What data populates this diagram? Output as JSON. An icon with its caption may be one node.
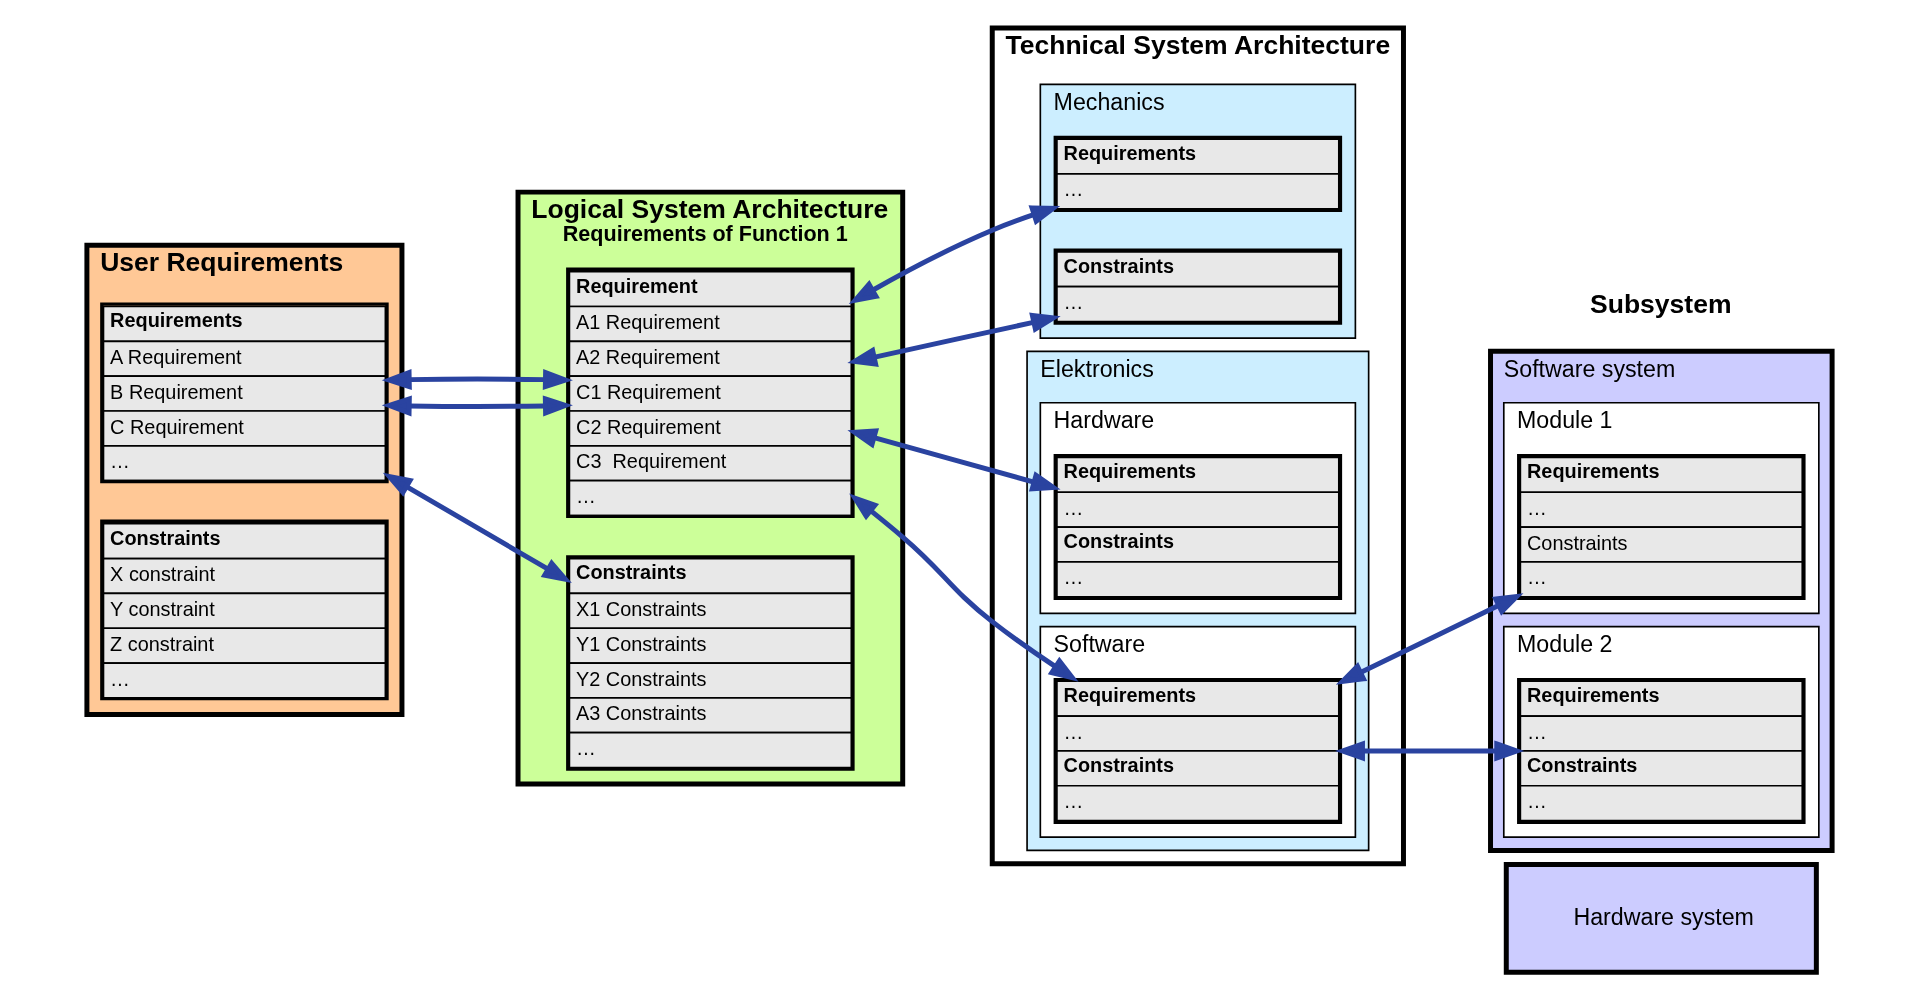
{
  "diagram": {
    "nodes": [
      {
        "text": [
          "User Requirements"
        ]
      },
      {
        "text": [
          "Requirements",
          "A Requirement",
          "B Requirement",
          "C Requirement",
          "…"
        ],
        "in": 0
      },
      {
        "text": [
          "Constraints",
          "X constraint",
          "Y constraint",
          "Z constraint",
          "…"
        ],
        "in": 0
      },
      {
        "text": [
          "Logical System Architecture",
          "Requirements of Function 1"
        ]
      },
      {
        "text": [
          "Requirement",
          "A1 Requirement",
          "A2 Requirement",
          "C1 Requirement",
          "C2 Requirement",
          "C3  Requirement",
          "…"
        ],
        "in": 3
      },
      {
        "text": [
          "Constraints",
          "X1 Constraints",
          "Y1 Constraints",
          "Y2 Constraints",
          "A3 Constraints",
          "…"
        ],
        "in": 3
      },
      {
        "text": [
          "Technical System Architecture"
        ]
      },
      {
        "text": [
          "Mechanics"
        ],
        "in": 6
      },
      {
        "text": [
          "Requirements",
          "…"
        ],
        "in": 7
      },
      {
        "text": [
          "Constraints",
          "…"
        ],
        "in": 7
      },
      {
        "text": [
          "Elektronics"
        ],
        "in": 6
      },
      {
        "text": [
          "Hardware"
        ],
        "in": 10
      },
      {
        "text": [
          "Requirements",
          "…",
          "Constraints",
          "…"
        ],
        "in": 11
      },
      {
        "text": [
          "Software"
        ],
        "in": 10
      },
      {
        "text": [
          "Requirements",
          "…",
          "Constraints",
          "…"
        ],
        "in": 13
      },
      {
        "text": [
          "Software system"
        ]
      },
      {
        "text": [
          "Module 1"
        ],
        "in": 15
      },
      {
        "text": [
          "Requirements",
          "…",
          "Constraints",
          "…"
        ],
        "in": 16
      },
      {
        "text": [
          "Module 2"
        ],
        "in": 15
      },
      {
        "text": [
          "Requirements",
          "…",
          "Constraints",
          "…"
        ],
        "in": 18
      },
      {
        "text": [
          "Hardware system"
        ]
      }
    ],
    "edges": [
      {
        "from": 1,
        "to": 4,
        "arrow": "both"
      },
      {
        "from": 1,
        "to": 4,
        "arrow": "both"
      },
      {
        "from": 1,
        "to": 5,
        "arrow": "both"
      },
      {
        "from": 4,
        "to": 8,
        "arrow": "both"
      },
      {
        "from": 4,
        "to": 9,
        "arrow": "both"
      },
      {
        "from": 4,
        "to": 12,
        "arrow": "both"
      },
      {
        "from": 4,
        "to": 14,
        "arrow": "both"
      },
      {
        "from": 14,
        "to": 17,
        "arrow": "both"
      },
      {
        "from": 14,
        "to": 19,
        "arrow": "both"
      }
    ],
    "labels": [
      "Subsystem"
    ]
  }
}
